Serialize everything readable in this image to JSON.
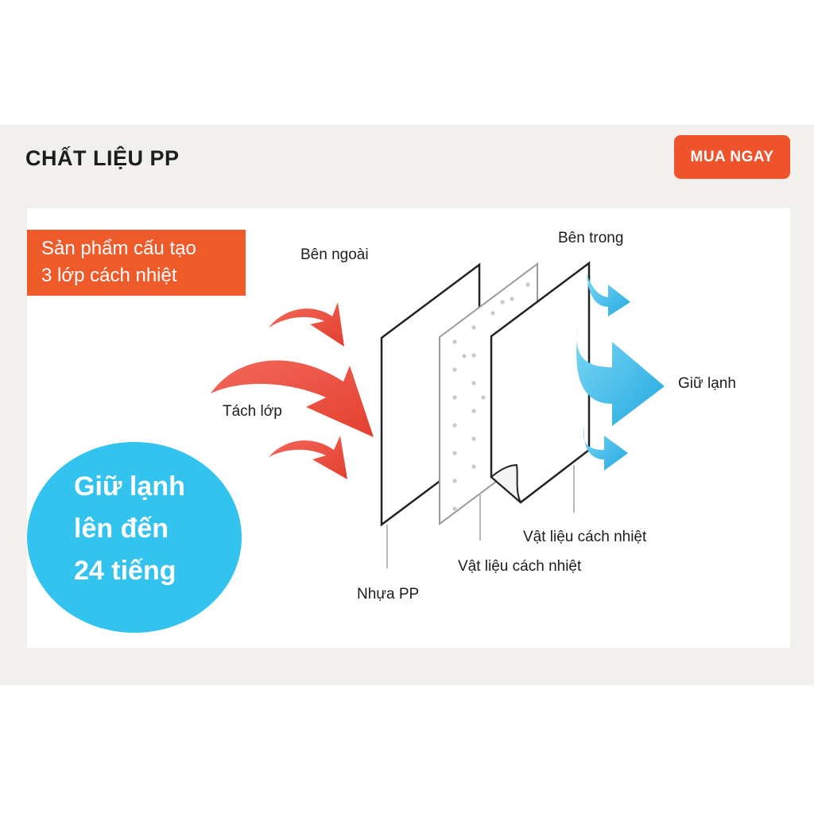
{
  "header": {
    "title": "CHẤT LIỆU PP",
    "buy_label": "MUA NGAY"
  },
  "tag": {
    "line1": "Sản phẩm cấu tạo",
    "line2": "3 lớp cách nhiệt"
  },
  "badge": {
    "line1": "Giữ lạnh",
    "line2": "lên đến",
    "line3": "24 tiếng"
  },
  "diagram": {
    "outside": "Bên ngoài",
    "inside": "Bên trong",
    "separation": "Tách lớp",
    "keep_cold": "Giữ lạnh",
    "layer_1": "Nhựa PP",
    "layer_2": "Vật liệu cách nhiệt",
    "layer_3": "Vật liệu cách nhiệt"
  },
  "colors": {
    "accent": "#ee532b",
    "heat_arrow": "#e8473a",
    "cold_arrow": "#35c1ee",
    "badge": "#33c3ef",
    "band": "#f1f0ec"
  }
}
